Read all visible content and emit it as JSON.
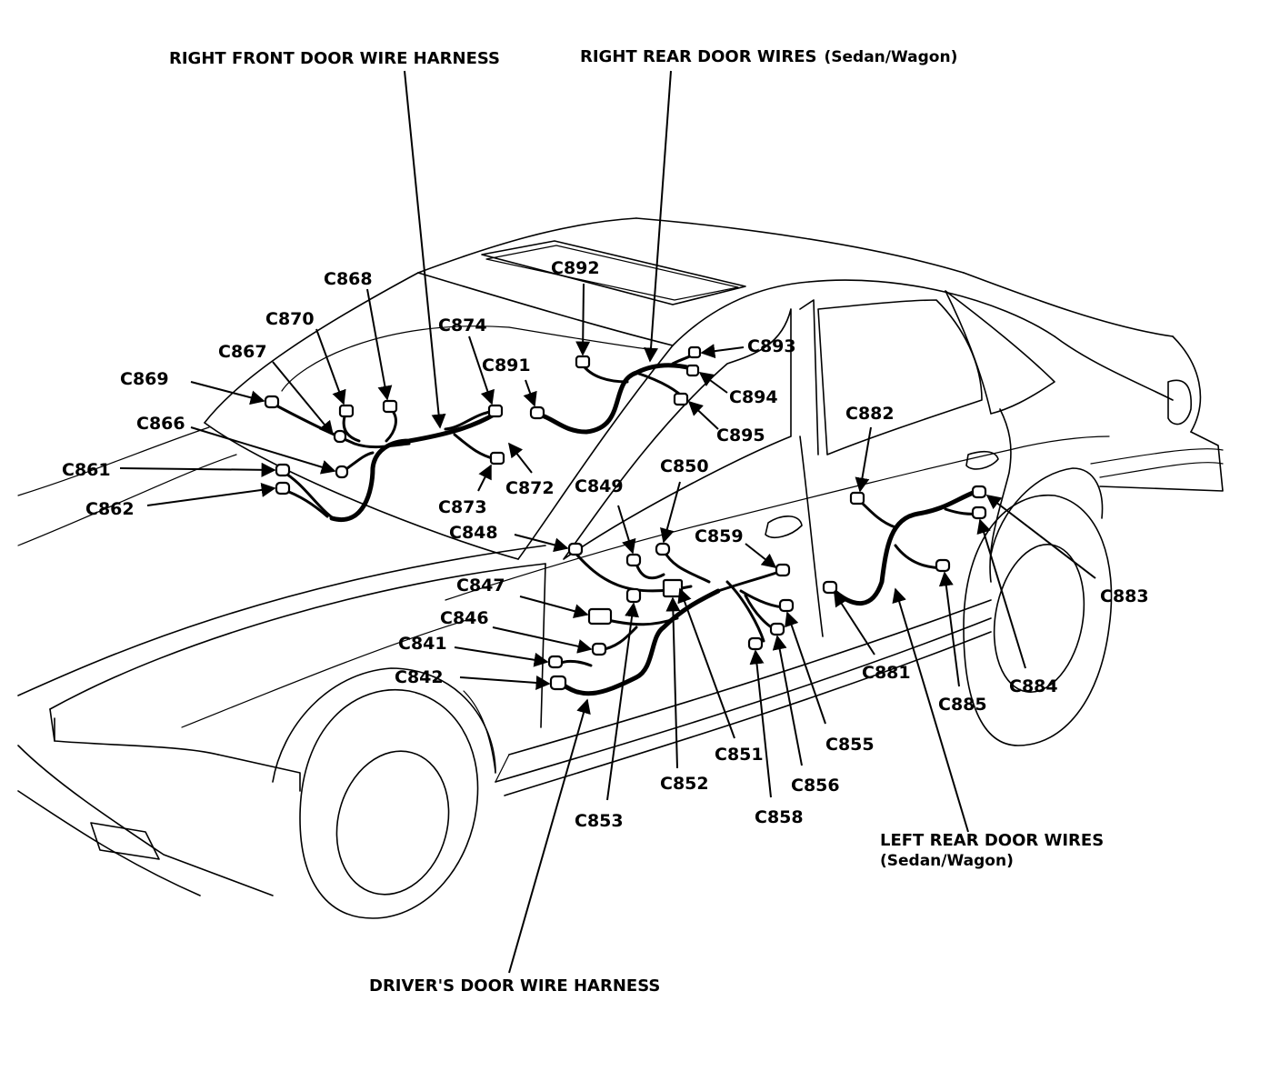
{
  "callouts": {
    "right_front_door": "RIGHT FRONT DOOR WIRE HARNESS",
    "right_rear_door": "RIGHT REAR DOOR WIRES",
    "right_rear_door_note": "(Sedan/Wagon)",
    "left_rear_door": "LEFT REAR DOOR WIRES",
    "left_rear_door_note": "(Sedan/Wagon)",
    "drivers_door": "DRIVER'S DOOR WIRE HARNESS"
  },
  "connectors": {
    "c841": "C841",
    "c842": "C842",
    "c846": "C846",
    "c847": "C847",
    "c848": "C848",
    "c849": "C849",
    "c850": "C850",
    "c851": "C851",
    "c852": "C852",
    "c853": "C853",
    "c855": "C855",
    "c856": "C856",
    "c858": "C858",
    "c859": "C859",
    "c861": "C861",
    "c862": "C862",
    "c866": "C866",
    "c867": "C867",
    "c868": "C868",
    "c869": "C869",
    "c870": "C870",
    "c872": "C872",
    "c873": "C873",
    "c874": "C874",
    "c881": "C881",
    "c882": "C882",
    "c883": "C883",
    "c884": "C884",
    "c885": "C885",
    "c891": "C891",
    "c892": "C892",
    "c893": "C893",
    "c894": "C894",
    "c895": "C895"
  }
}
